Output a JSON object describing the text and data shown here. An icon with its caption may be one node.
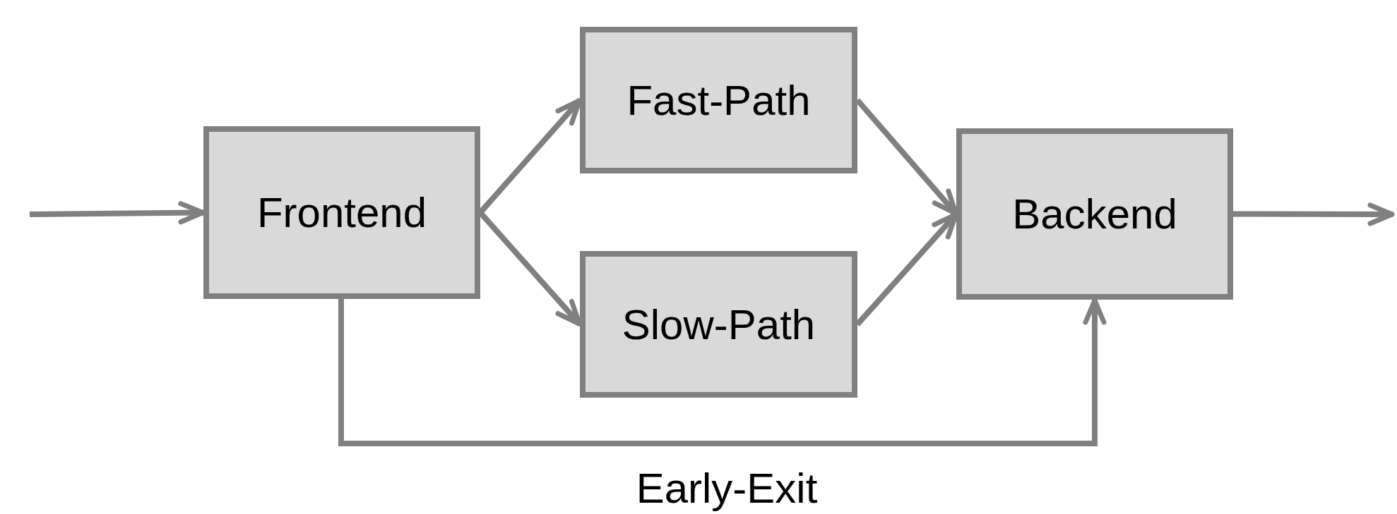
{
  "diagram": {
    "nodes": [
      {
        "text": [
          "Frontend"
        ]
      },
      {
        "text": [
          "Fast-Path"
        ]
      },
      {
        "text": [
          "Slow-Path"
        ]
      },
      {
        "text": [
          "Backend"
        ]
      }
    ],
    "edges": [
      {
        "from": null,
        "to": 0,
        "arrow": "to"
      },
      {
        "from": 0,
        "to": 1,
        "arrow": "to"
      },
      {
        "from": 0,
        "to": 2,
        "arrow": "to"
      },
      {
        "from": 1,
        "to": 3,
        "arrow": "to"
      },
      {
        "from": 2,
        "to": 3,
        "arrow": "to"
      },
      {
        "from": 0,
        "to": 3,
        "arrow": "to",
        "label": "Early-Exit"
      },
      {
        "from": 3,
        "to": null,
        "arrow": "to"
      }
    ]
  }
}
